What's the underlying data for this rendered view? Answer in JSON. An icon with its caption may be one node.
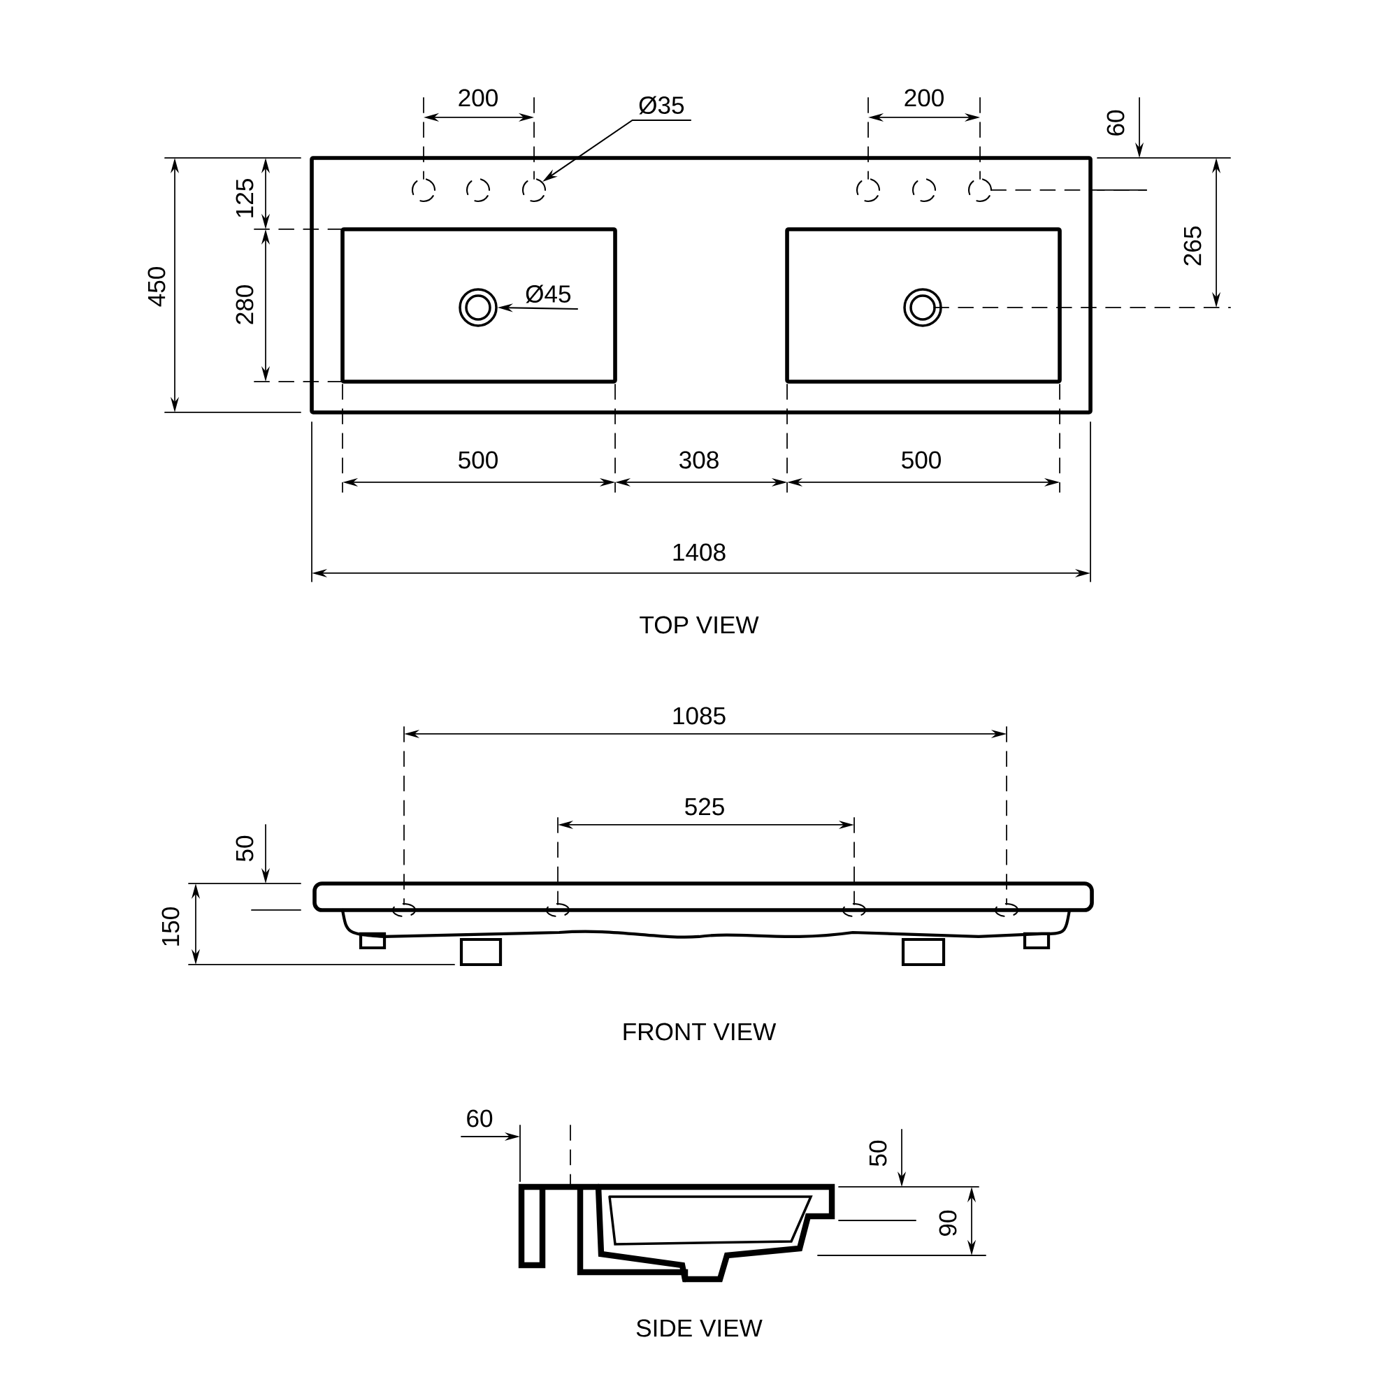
{
  "diagram": {
    "nodes": [
      {
        "text": [
          "Ø35"
        ]
      },
      {
        "text": [],
        "shape": "circle"
      },
      {
        "text": [
          "Ø45"
        ]
      },
      {
        "text": [],
        "shape": "circle"
      }
    ],
    "edges": [
      {
        "from": 0,
        "to": 1,
        "arrow": "to"
      },
      {
        "from": 2,
        "to": 3,
        "arrow": "to"
      }
    ],
    "labels": [
      "200",
      "200",
      "60",
      "125",
      "450",
      "280",
      "265",
      "500",
      "308",
      "500",
      "1408",
      "TOP VIEW",
      "1085",
      "525",
      "50",
      "150",
      "FRONT VIEW",
      "60",
      "50",
      "90",
      "SIDE VIEW"
    ]
  }
}
